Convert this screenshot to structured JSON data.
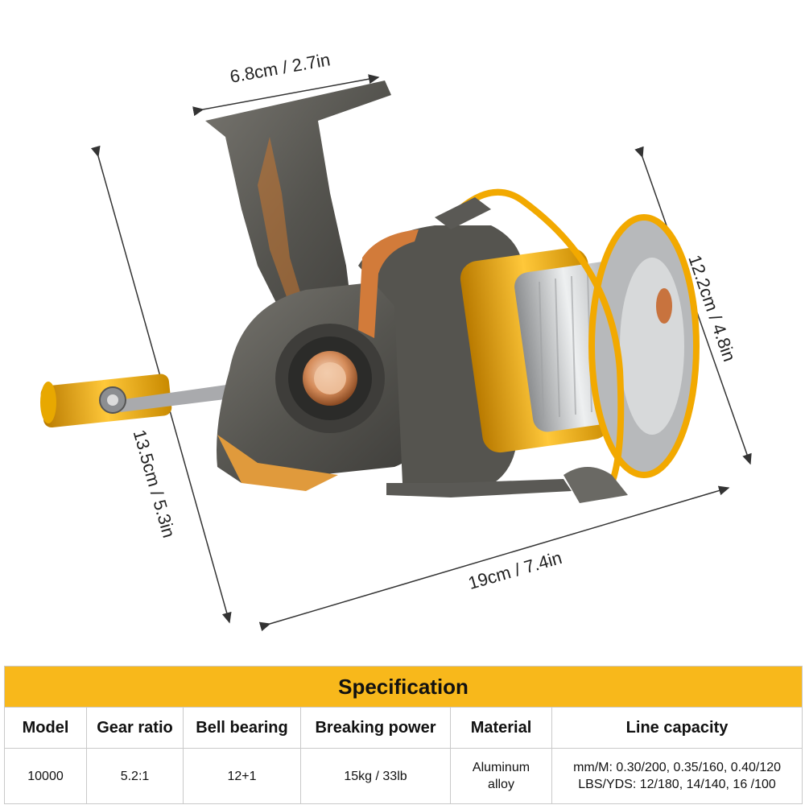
{
  "dimensions": {
    "top_width": "6.8cm / 2.7in",
    "left_height": "13.5cm / 5.3in",
    "right_height": "12.2cm / 4.8in",
    "bottom_length": "19cm / 7.4in"
  },
  "product": {
    "name": "spinning-fishing-reel",
    "colors": {
      "body": "#5b5a55",
      "accent_gold": "#f2a900",
      "copper": "#c8733e",
      "spool_silver": "#c9cbcc"
    }
  },
  "spec": {
    "title": "Specification",
    "header_bg": "#f8b81b",
    "columns": [
      "Model",
      "Gear ratio",
      "Bell bearing",
      "Breaking power",
      "Material",
      "Line capacity"
    ],
    "row": {
      "model": "10000",
      "gear_ratio": "5.2:1",
      "bell_bearing": "12+1",
      "breaking_power": "15kg / 33lb",
      "material_line1": "Aluminum",
      "material_line2": "alloy",
      "capacity_line1": "mm/M: 0.30/200, 0.35/160, 0.40/120",
      "capacity_line2": "LBS/YDS: 12/180, 14/140, 16 /100"
    }
  }
}
